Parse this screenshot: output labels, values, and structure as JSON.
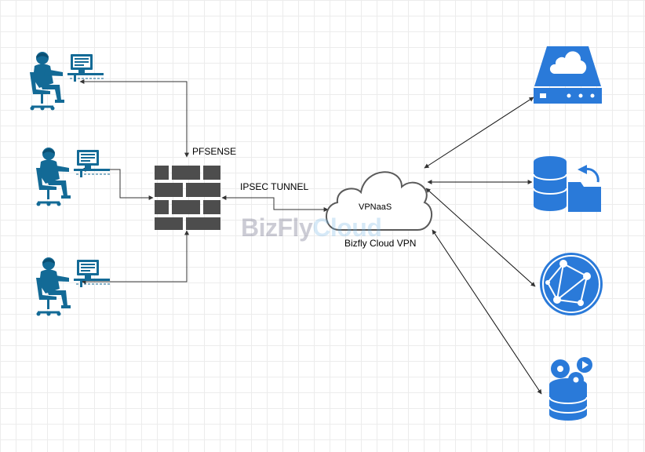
{
  "labels": {
    "pfsense": "PFSENSE",
    "tunnel": "IPSEC TUNNEL",
    "cloud_inner": "VPNaaS",
    "cloud_caption": "Bizfly Cloud VPN"
  },
  "watermark": {
    "part1": "BizFly",
    "part2": "Cloud"
  },
  "nodes": {
    "users": [
      "user-workstation-icon",
      "user-workstation-icon",
      "user-workstation-icon"
    ],
    "firewall": "firewall-brick-icon",
    "cloud": "cloud-icon",
    "services": [
      "cloud-storage-server-icon",
      "database-backup-icon",
      "network-globe-icon",
      "settings-database-icon"
    ]
  },
  "colors": {
    "icon_blue": "#2a7ad9",
    "user_blue": "#136a96",
    "firewall": "#4d4d4d",
    "cloud_stroke": "#5a5a5a"
  }
}
